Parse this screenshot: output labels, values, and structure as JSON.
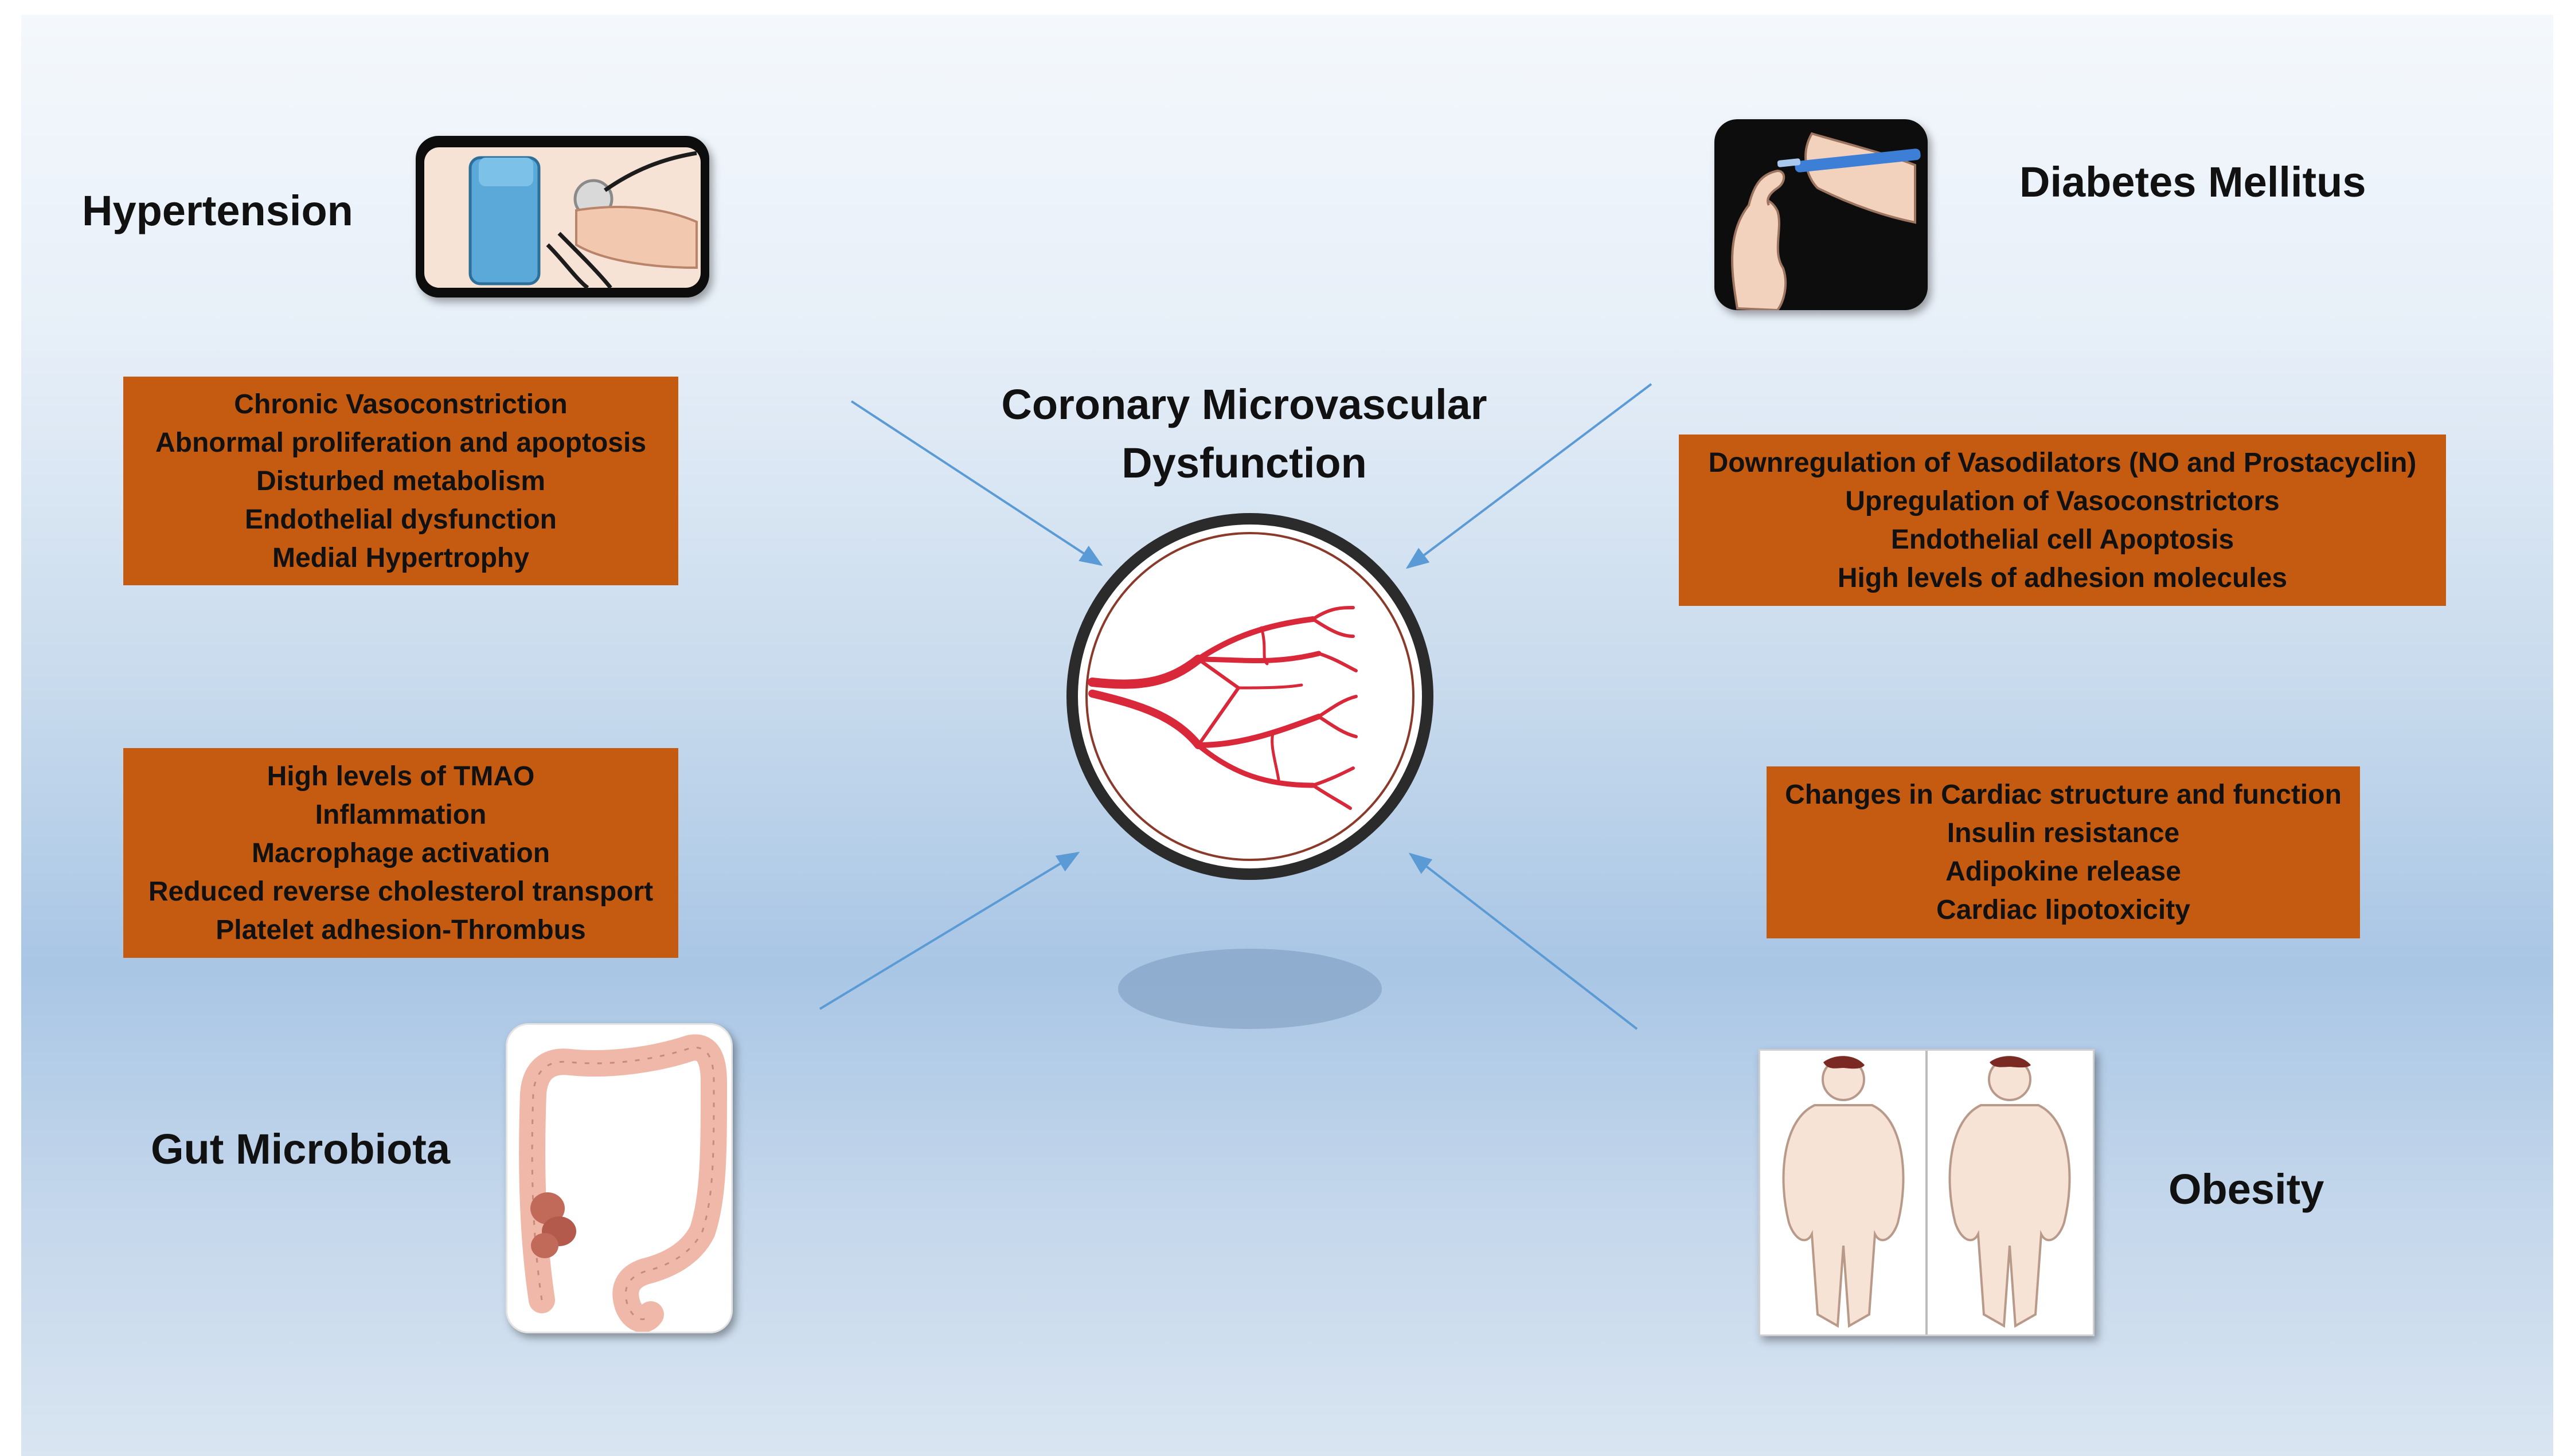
{
  "center": {
    "title_line1": "Coronary Microvascular",
    "title_line2": "Dysfunction",
    "icon": "microvasculature-icon"
  },
  "factors": {
    "hypertension": {
      "title": "Hypertension",
      "icon": "blood-pressure-cuff-icon",
      "effects": [
        "Chronic Vasoconstriction",
        "Abnormal proliferation and apoptosis",
        "Disturbed metabolism",
        "Endothelial dysfunction",
        "Medial Hypertrophy"
      ]
    },
    "diabetes": {
      "title": "Diabetes Mellitus",
      "icon": "glucose-lancet-icon",
      "effects": [
        "Downregulation of Vasodilators (NO and Prostacyclin)",
        "Upregulation of Vasoconstrictors",
        "Endothelial cell Apoptosis",
        "High levels of adhesion molecules"
      ]
    },
    "gut": {
      "title": "Gut Microbiota",
      "icon": "colon-icon",
      "effects": [
        "High levels of TMAO",
        "Inflammation",
        "Macrophage activation",
        "Reduced reverse cholesterol transport",
        "Platelet adhesion-Thrombus"
      ]
    },
    "obesity": {
      "title": "Obesity",
      "icon": "obese-body-icon",
      "effects": [
        "Changes in Cardiac structure and function",
        "Insulin resistance",
        "Adipokine release",
        "Cardiac lipotoxicity"
      ]
    }
  },
  "colors": {
    "box_fill": "#c55a11",
    "arrow": "#5b9bd5",
    "vessel": "#d9283a",
    "text": "#111111"
  }
}
